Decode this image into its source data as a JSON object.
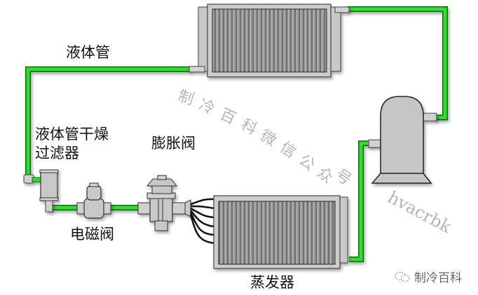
{
  "diagram": {
    "title": "Refrigeration cycle components",
    "labels": {
      "liquid_line": "液体管",
      "filter_drier_line1": "液体管干燥",
      "filter_drier_line2": "过滤器",
      "expansion_valve": "膨胀阀",
      "solenoid_valve": "电磁阀",
      "evaporator": "蒸发器"
    },
    "watermark": {
      "chinese": [
        "制",
        "冷",
        "百",
        "科",
        "微",
        "信",
        "公",
        "众",
        "号"
      ],
      "latin": "hvacrbk"
    },
    "brand": {
      "icon": "wechat-icon",
      "name": "制冷百科"
    },
    "colors": {
      "pipe": "#22cc22",
      "pipe_dark": "#0a7a0a",
      "component": "#c8c8c8",
      "fins": "#8c8c8c",
      "outline": "#333333",
      "watermark": "#a9a9a9"
    }
  }
}
